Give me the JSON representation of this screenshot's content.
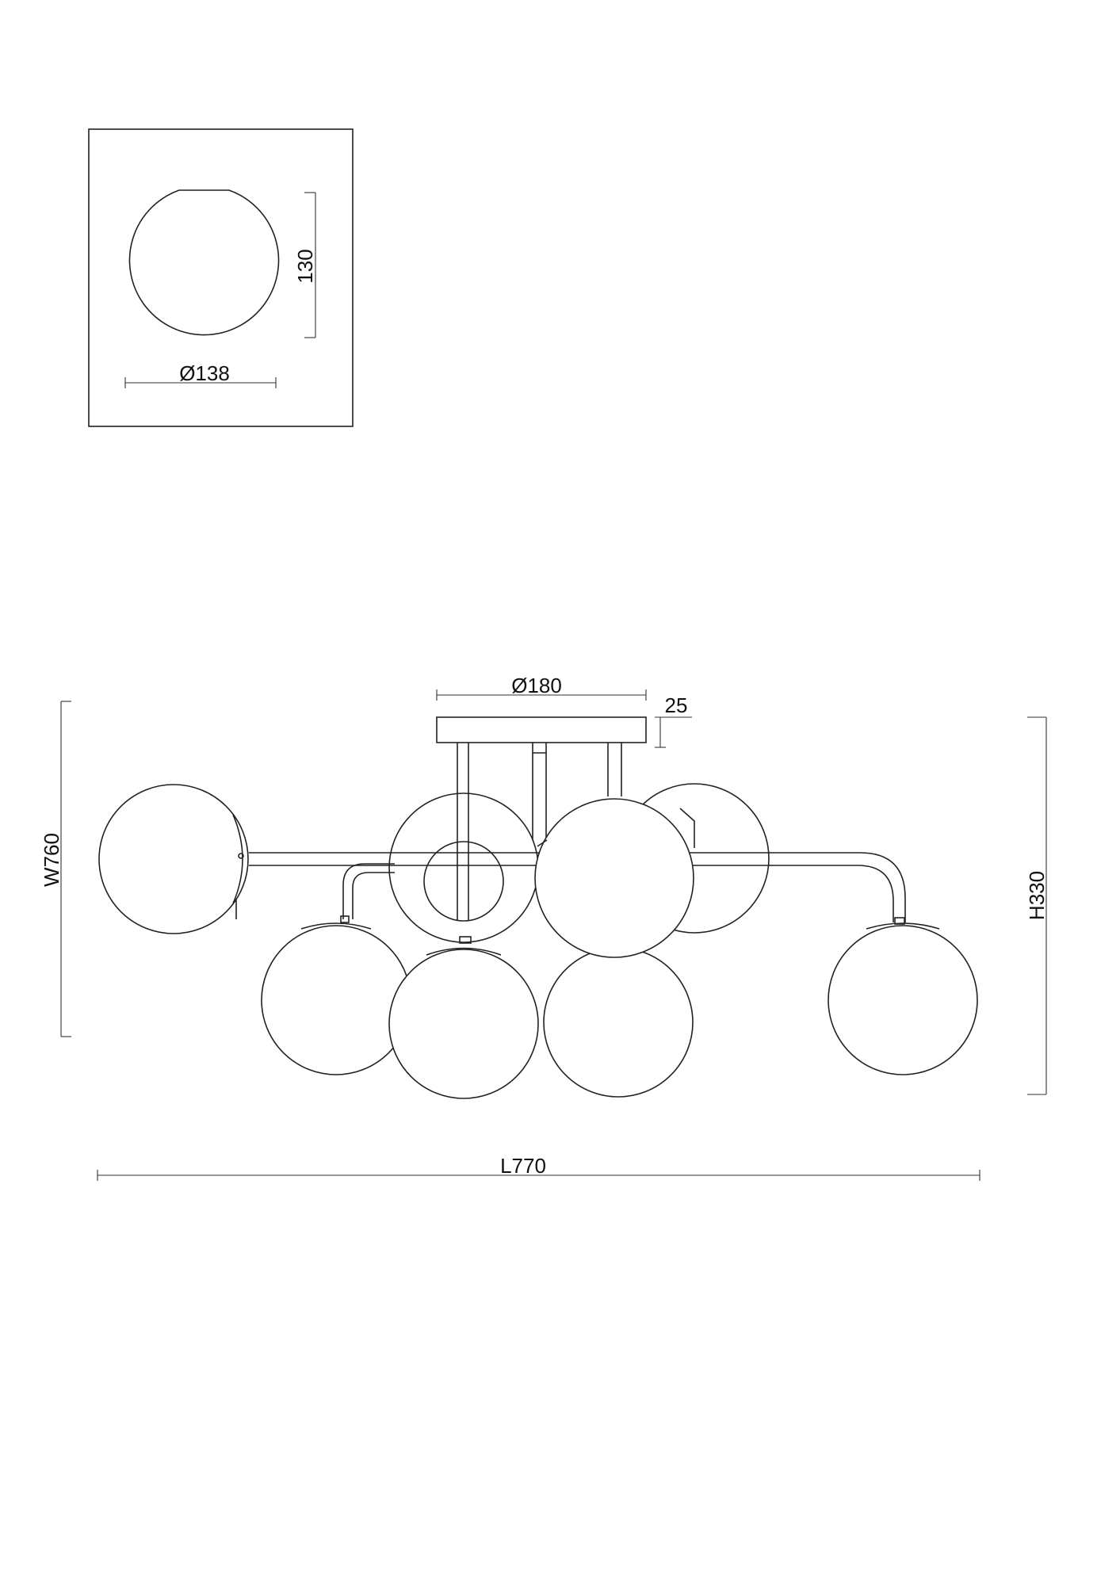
{
  "drawing": {
    "detail": {
      "height_label": "130",
      "diameter_label": "Ø138"
    },
    "main": {
      "canopy_diameter_label": "Ø180",
      "canopy_height_label": "25",
      "width_label": "W760",
      "height_label": "H330",
      "length_label": "L770"
    }
  }
}
